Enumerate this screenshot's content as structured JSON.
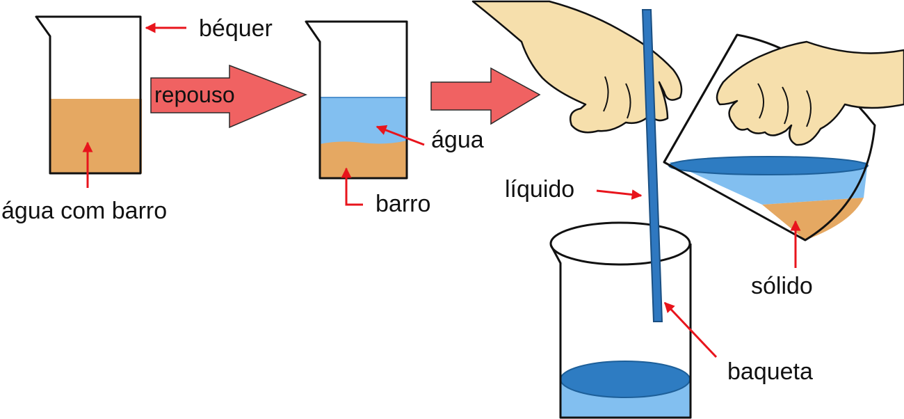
{
  "labels": {
    "beaker": "béquer",
    "muddy_water": "água com barro",
    "rest": "repouso",
    "water": "água",
    "mud": "barro",
    "liquid": "líquido",
    "solid": "sólido",
    "rod": "baqueta"
  },
  "colors": {
    "mud": "#e5a862",
    "water_light": "#82bff0",
    "water_dark": "#2e7cc2",
    "rod": "#2f78c0",
    "skin": "#f6dfac",
    "arrow_fill": "#f06262",
    "pointer": "#e8141c",
    "outline": "#111111"
  }
}
